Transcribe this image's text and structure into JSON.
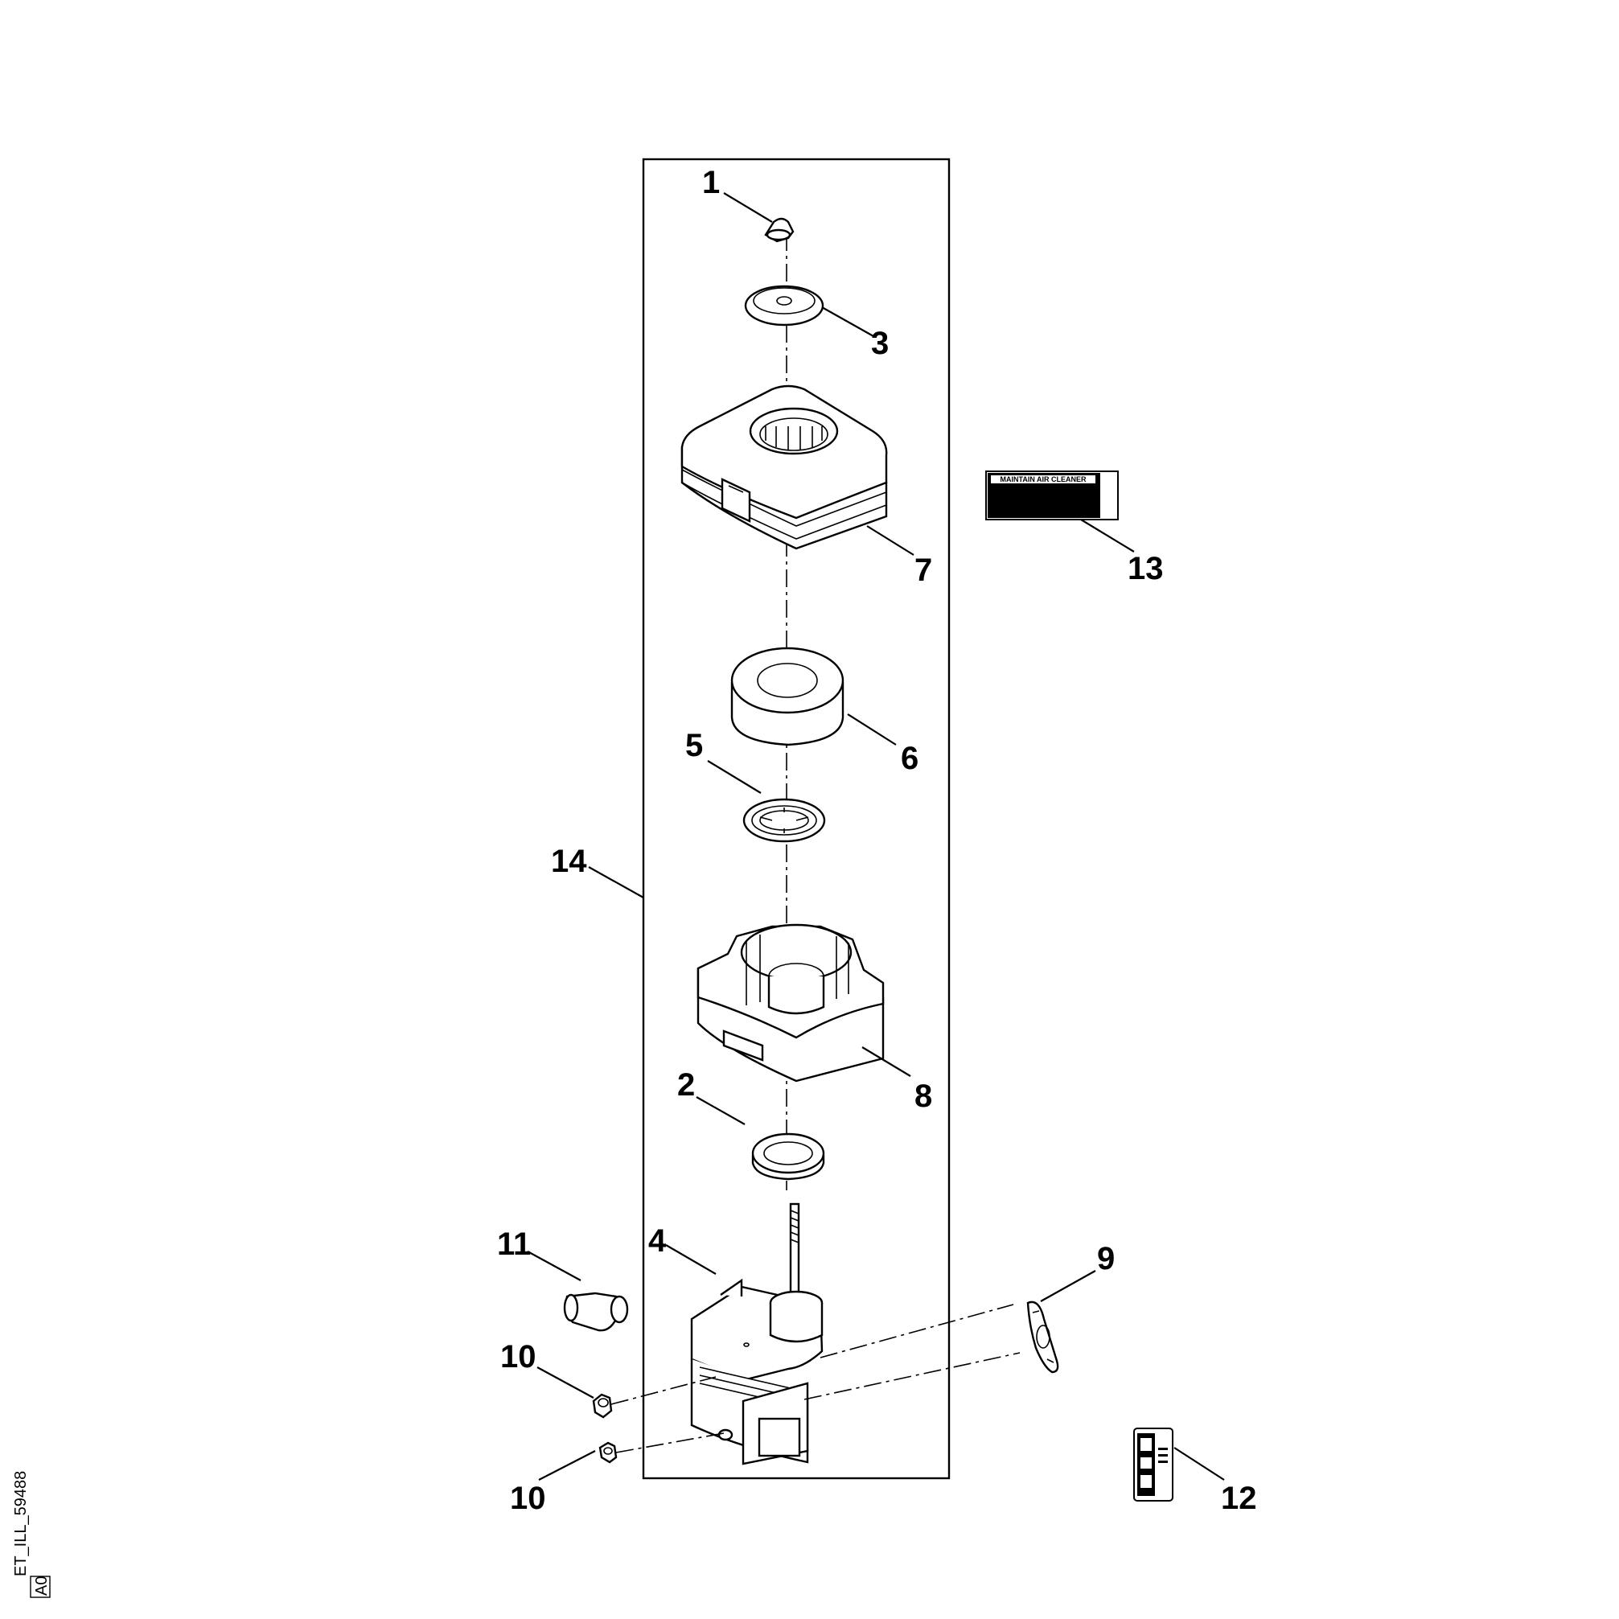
{
  "diagram": {
    "callouts": [
      {
        "id": "c1",
        "label": "1"
      },
      {
        "id": "c3",
        "label": "3"
      },
      {
        "id": "c7",
        "label": "7"
      },
      {
        "id": "c13",
        "label": "13"
      },
      {
        "id": "c6",
        "label": "6"
      },
      {
        "id": "c5",
        "label": "5"
      },
      {
        "id": "c14",
        "label": "14"
      },
      {
        "id": "c8",
        "label": "8"
      },
      {
        "id": "c2",
        "label": "2"
      },
      {
        "id": "c11",
        "label": "11"
      },
      {
        "id": "c4",
        "label": "4"
      },
      {
        "id": "c9",
        "label": "9"
      },
      {
        "id": "c10a",
        "label": "10"
      },
      {
        "id": "c10b",
        "label": "10"
      },
      {
        "id": "c12",
        "label": "12"
      }
    ],
    "decal_13_text": "MAINTAIN AIR CLEANER",
    "drawing_id": "ET_ILL_59488",
    "revision": "A0"
  }
}
